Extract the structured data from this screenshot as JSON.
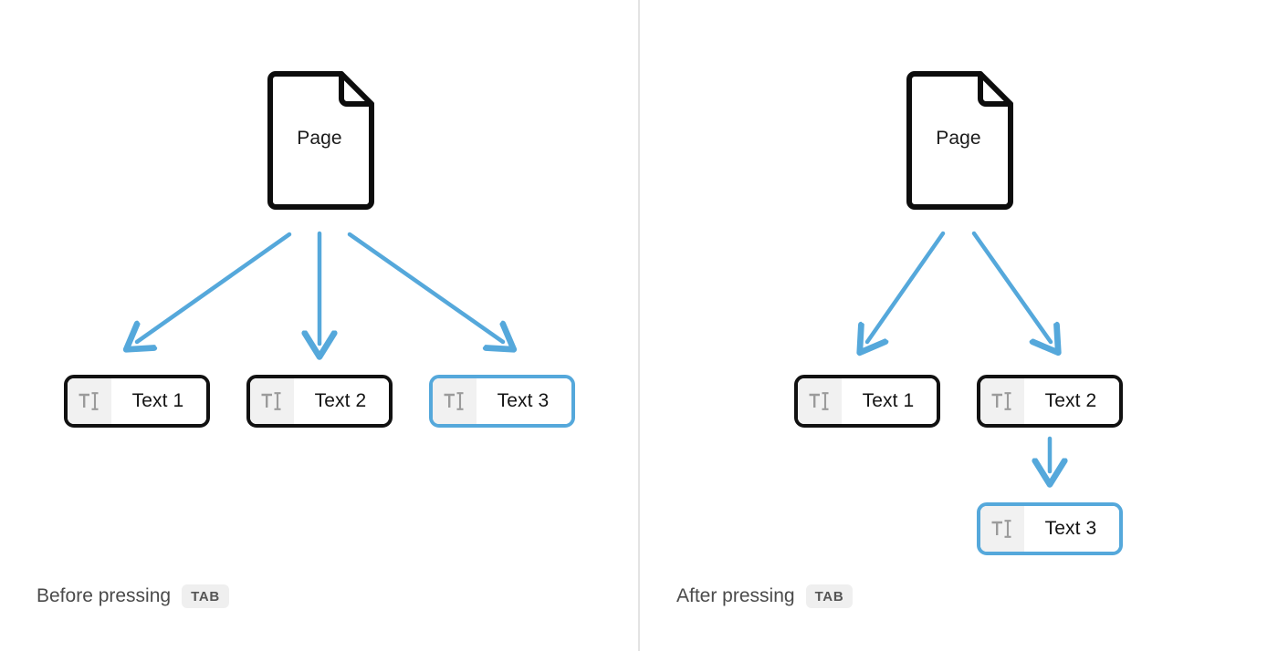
{
  "diagram": {
    "title_semantic": "tab-key-indentation-before-after",
    "colors": {
      "accent_blue": "#55a8db",
      "outline_black": "#111111",
      "icon_bg_gray": "#f1f1f1",
      "divider_gray": "#e3e3e3",
      "caption_gray": "#4a4a4a",
      "kbd_bg": "#efefef"
    }
  },
  "panels": [
    {
      "id": "before",
      "caption": {
        "text": "Before pressing",
        "key": "TAB"
      },
      "root": {
        "label": "Page",
        "icon": "page-icon"
      },
      "nodes": [
        {
          "label": "Text 1",
          "icon": "text-cursor-icon",
          "selected": false
        },
        {
          "label": "Text 2",
          "icon": "text-cursor-icon",
          "selected": false
        },
        {
          "label": "Text 3",
          "icon": "text-cursor-icon",
          "selected": true
        }
      ],
      "arrows": [
        {
          "from": "page",
          "to": "Text 1",
          "direction": "down-left"
        },
        {
          "from": "page",
          "to": "Text 2",
          "direction": "down"
        },
        {
          "from": "page",
          "to": "Text 3",
          "direction": "down-right"
        }
      ]
    },
    {
      "id": "after",
      "caption": {
        "text": "After pressing",
        "key": "TAB"
      },
      "root": {
        "label": "Page",
        "icon": "page-icon"
      },
      "nodes": [
        {
          "label": "Text 1",
          "icon": "text-cursor-icon",
          "selected": false
        },
        {
          "label": "Text 2",
          "icon": "text-cursor-icon",
          "selected": false
        },
        {
          "label": "Text 3",
          "icon": "text-cursor-icon",
          "selected": true
        }
      ],
      "arrows": [
        {
          "from": "page",
          "to": "Text 1",
          "direction": "down-left"
        },
        {
          "from": "page",
          "to": "Text 2",
          "direction": "down-right"
        },
        {
          "from": "Text 2",
          "to": "Text 3",
          "direction": "down"
        }
      ]
    }
  ]
}
